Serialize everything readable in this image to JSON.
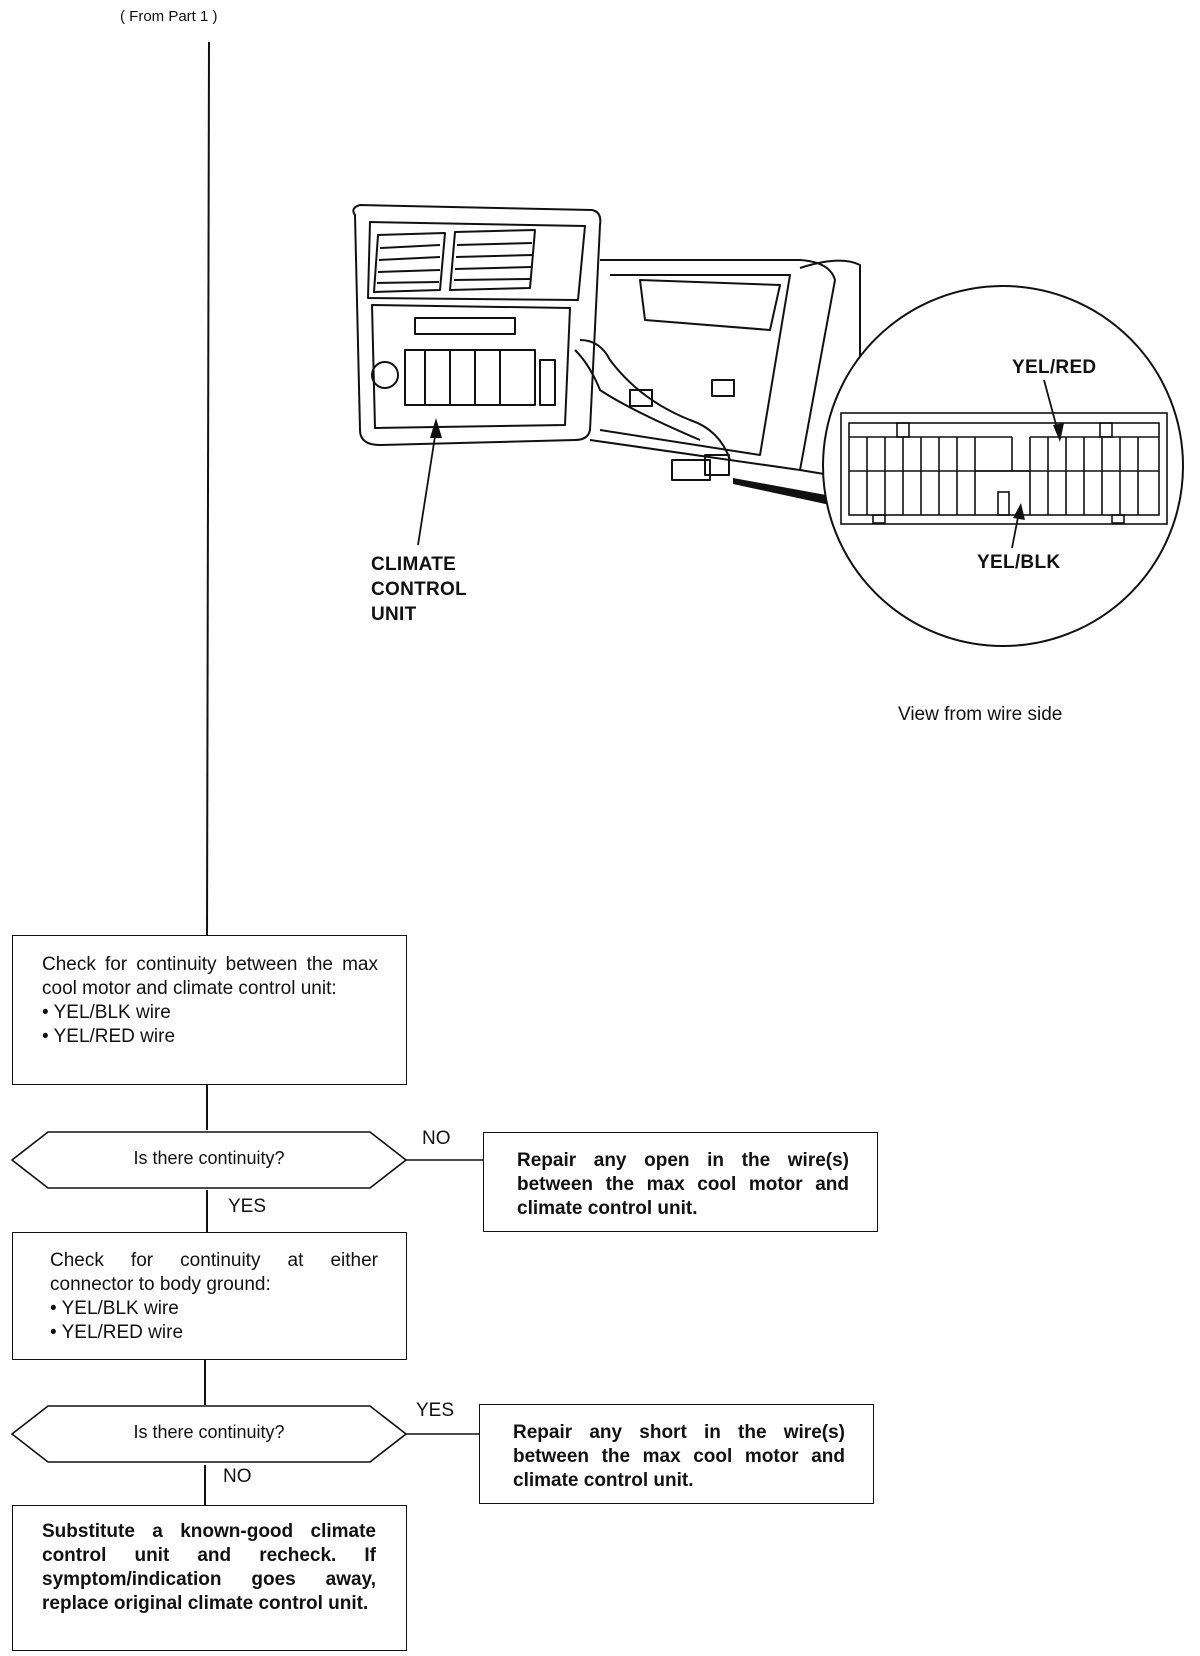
{
  "header": {
    "from_part": "( From Part 1 )"
  },
  "illustration": {
    "unit_label_lines": [
      "CLIMATE",
      "CONTROL",
      "UNIT"
    ],
    "connector_labels": {
      "top": "YEL/RED",
      "bottom": "YEL/BLK"
    },
    "view_caption": "View from wire side"
  },
  "flow": {
    "step1": {
      "text": "Check for continuity between the max cool motor and climate control unit:",
      "wires": [
        "YEL/BLK wire",
        "YEL/RED wire"
      ]
    },
    "decision1": {
      "question": "Is there continuity?",
      "no_label": "NO",
      "yes_label": "YES"
    },
    "action1": {
      "text": "Repair any open in the wire(s) between the max cool motor and climate control unit."
    },
    "step2": {
      "text": "Check for continuity at either connector to body ground:",
      "wires": [
        "YEL/BLK wire",
        "YEL/RED wire"
      ]
    },
    "decision2": {
      "question": "Is there continuity?",
      "yes_label": "YES",
      "no_label": "NO"
    },
    "action2": {
      "text": "Repair any short in the wire(s) between the max cool motor and climate control unit."
    },
    "final": {
      "text": "Substitute a known-good climate control unit and recheck. If symptom/indication goes away, replace original climate control unit."
    }
  }
}
